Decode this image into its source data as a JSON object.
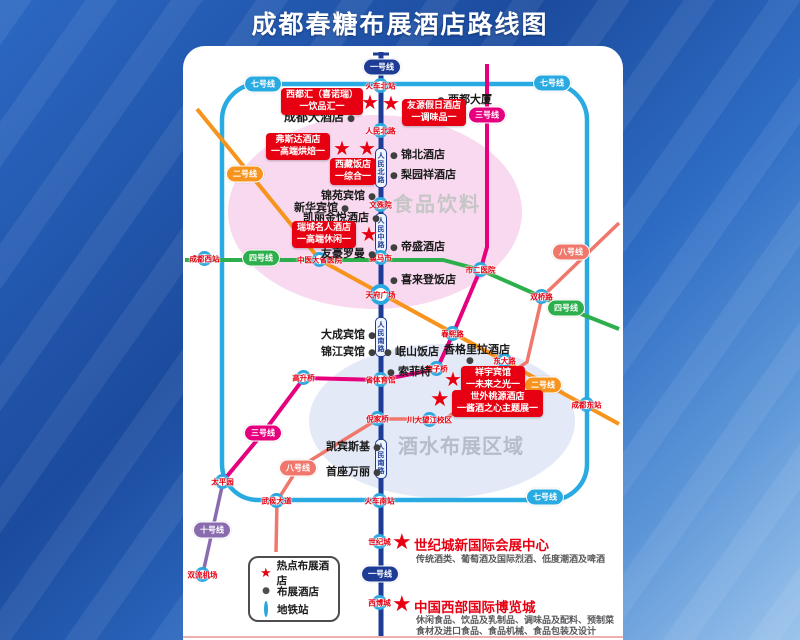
{
  "title": "成都春糖布展酒店路线图",
  "icons": {
    "star": "★",
    "dot": "●",
    "metro": "地铁站环形图标"
  },
  "colors": {
    "line1": "#1e3c96",
    "line2": "#f7941e",
    "line3": "#e6007e",
    "line4": "#2eaf4d",
    "line7": "#29abe2",
    "line8": "#f0776b",
    "line10": "#8b6bb0",
    "hot_red": "#e60012",
    "zone_food": "#f9d9ef",
    "zone_liquor": "#e3e9f6"
  },
  "lines": {
    "l1": "一号线",
    "l2": "二号线",
    "l3": "三号线",
    "l4": "四号线",
    "l7": "七号线",
    "l8": "八号线",
    "l10": "十号线"
  },
  "zones": {
    "food": "食品饮料",
    "liquor": "酒水布展区域"
  },
  "roads": [
    "人民北路",
    "人民中路",
    "人民南路",
    "人民南路"
  ],
  "stations": [
    "火车北站",
    "人民北路",
    "文殊院",
    "骡马市",
    "天府广场",
    "省体育馆",
    "倪家桥",
    "火车南站",
    "世纪城",
    "西博城",
    "市二医院",
    "春熙路",
    "磨子桥",
    "高升桥",
    "太平园",
    "成都西站",
    "中医大省医院",
    "双桥路",
    "东大路",
    "成都东站",
    "川大望江校区",
    "武侯大道",
    "双流机场"
  ],
  "hotels": [
    "西都大厦",
    "成都大酒店",
    "锦北酒店",
    "梨园祥酒店",
    "锦苑宾馆",
    "新华宾馆",
    "凯丽金悦酒店",
    "帝盛酒店",
    "友豪罗曼",
    "喜来登饭店",
    "大成宾馆",
    "锦江宾馆",
    "岷山饭店",
    "索菲特",
    "香格里拉酒店",
    "凯宾斯基",
    "首座万丽"
  ],
  "hot_hotels": [
    {
      "name": "西都汇（喜诺瑞）",
      "tag": "一饮品汇一"
    },
    {
      "name": "友源假日酒店",
      "tag": "一调味品一"
    },
    {
      "name": "弗斯达酒店",
      "tag": "一高端烘焙一"
    },
    {
      "name": "西藏饭店",
      "tag": "一综合一"
    },
    {
      "name": "瑞城名人酒店",
      "tag": "一高端休闲一"
    },
    {
      "name": "祥宇宾馆",
      "tag": "一未来之光一"
    },
    {
      "name": "世外桃源酒店",
      "tag": "一酱酒之心主题展一"
    }
  ],
  "legend": {
    "hot": "热点布展酒店",
    "normal": "布展酒店",
    "metro": "地铁站"
  },
  "expo": [
    {
      "title": "世纪城新国际会展中心",
      "lines": [
        "传统酒类、葡萄酒及国际烈酒、低度潮酒及啤酒"
      ]
    },
    {
      "title": "中国西部国际博览城",
      "lines": [
        "休闲食品、饮品及乳制品、调味品及配料、预制菜",
        "食材及进口食品、食品机械、食品包装及设计"
      ]
    }
  ]
}
